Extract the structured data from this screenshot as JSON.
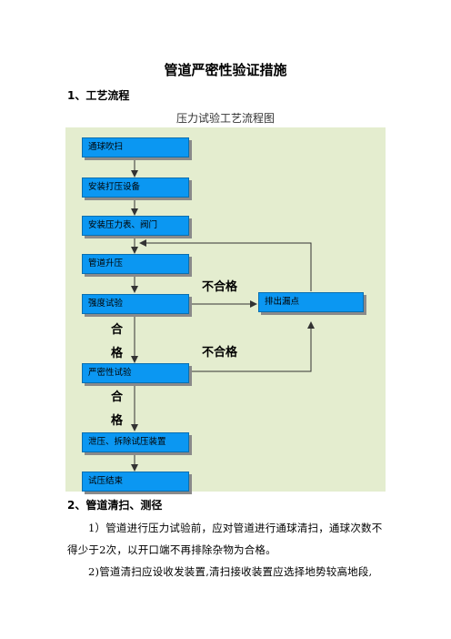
{
  "doc": {
    "title": "管道严密性验证措施",
    "section1": "1、工艺流程",
    "caption": "压力试验工艺流程图",
    "section2": "2、管道清扫、测径",
    "para1_line1": "1）管道进行压力试验前，应对管道进行通球清扫，通球次数不",
    "para1_line2": "得少于2次，以开口端不再排除杂物为合格。",
    "para2_line1": "2)管道清扫应设收发装置,清扫接收装置应选择地势较高地段,"
  },
  "flowchart": {
    "steps": [
      "通球吹扫",
      "安装打压设备",
      "安装压力表、阀门",
      "管道升压",
      "强度试验",
      "严密性试验",
      "泄压、拆除试压装置",
      "试压结束"
    ],
    "repair": "排出漏点",
    "fail_label_1": "不合格",
    "fail_label_2": "不合格",
    "pass_label_1": "合格",
    "pass_label_2": "合格",
    "colors": {
      "box": "#0b97f2",
      "background": "#e4edcf",
      "line": "#333333"
    }
  }
}
